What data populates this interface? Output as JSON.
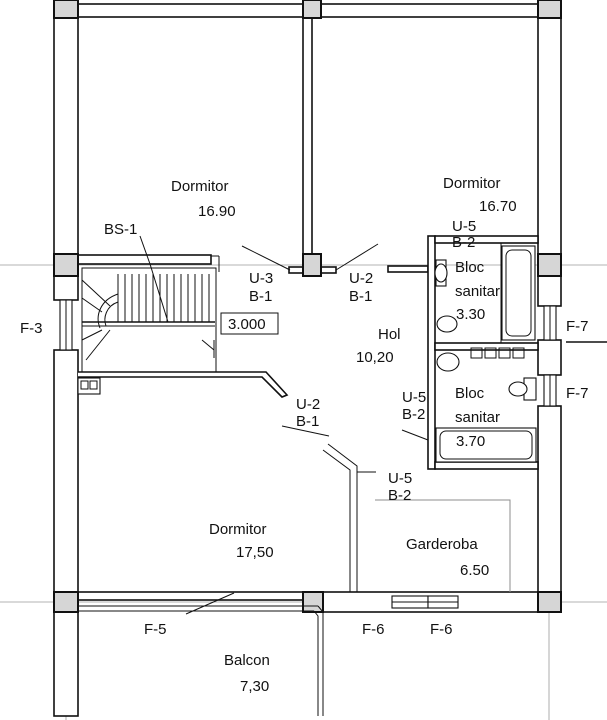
{
  "rooms": {
    "dormitor_top_left": {
      "name": "Dormitor",
      "area": "16.90"
    },
    "dormitor_top_right": {
      "name": "Dormitor",
      "area": "16.70"
    },
    "dormitor_bottom": {
      "name": "Dormitor",
      "area": "17,50"
    },
    "hol": {
      "name": "Hol",
      "area": "10,20"
    },
    "bloc_sanitar_1": {
      "line1": "Bloc",
      "line2": "sanitar",
      "area": "3.30"
    },
    "bloc_sanitar_2": {
      "line1": "Bloc",
      "line2": "sanitar",
      "area": "3.70"
    },
    "garderoba": {
      "name": "Garderoba",
      "area": "6.50"
    },
    "balcon": {
      "name": "Balcon",
      "area": "7,30"
    }
  },
  "stair": {
    "tag": "BS-1",
    "level": "3.000"
  },
  "doors": {
    "u3b1": {
      "u": "U-3",
      "b": "B-1"
    },
    "u2b1_hall": {
      "u": "U-2",
      "b": "B-1"
    },
    "u5b2_top": {
      "u": "U-5",
      "b": "B-2"
    },
    "u2b1_bottom": {
      "u": "U-2",
      "b": "B-1"
    },
    "u5b2_mid": {
      "u": "U-5",
      "b": "B-2"
    },
    "u5b2_bottom": {
      "u": "U-5",
      "b": "B-2"
    }
  },
  "windows": {
    "f3": "F-3",
    "f7_top": "F-7",
    "f7_bottom": "F-7",
    "f5": "F-5",
    "f6_left": "F-6",
    "f6_right": "F-6"
  }
}
